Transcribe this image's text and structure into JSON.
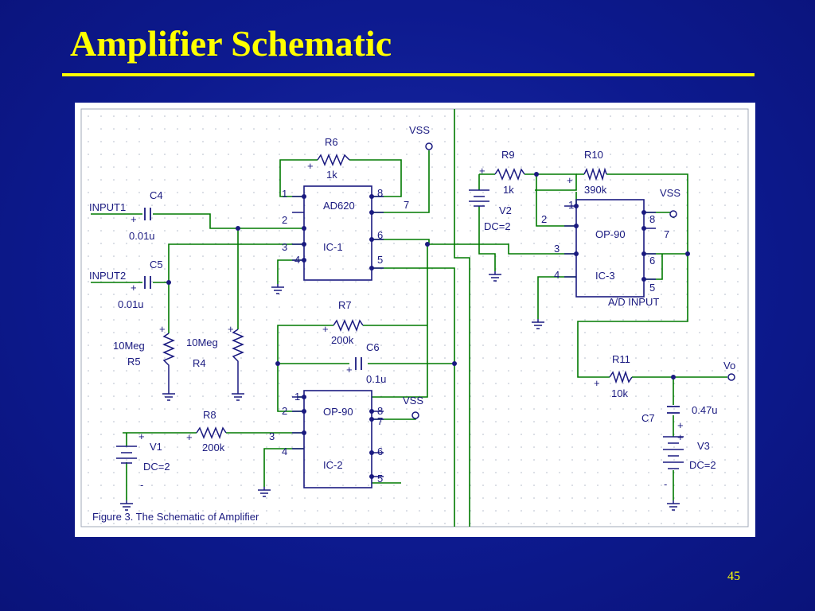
{
  "slide": {
    "title": "Amplifier Schematic",
    "page_number": "45"
  },
  "schematic": {
    "caption": "Figure 3.  The Schematic of Amplifier",
    "ics": {
      "ic1": {
        "part": "AD620",
        "ref": "IC-1"
      },
      "ic2": {
        "part": "OP-90",
        "ref": "IC-2"
      },
      "ic3": {
        "part": "OP-90",
        "ref": "IC-3"
      }
    },
    "labels": {
      "input1": "INPUT1",
      "input2": "INPUT2",
      "c4": "C4",
      "c4_val": "0.01u",
      "c5": "C5",
      "c5_val": "0.01u",
      "r5_val": "10Meg",
      "r5": "R5",
      "r4_val": "10Meg",
      "r4": "R4",
      "r6": "R6",
      "r6_val": "1k",
      "r7": "R7",
      "r7_val": "200k",
      "c6": "C6",
      "c6_val": "0.1u",
      "r8": "R8",
      "r8_val": "200k",
      "v1": "V1",
      "v1_val": "DC=2",
      "vss": "VSS",
      "r9": "R9",
      "r9_val": "1k",
      "r10": "R10",
      "r10_val": "390k",
      "v2": "V2",
      "v2_val": "DC=2",
      "ad_input": "A/D INPUT",
      "r11": "R11",
      "r11_val": "10k",
      "vo": "Vo",
      "c7": "C7",
      "c7_val": "0.47u",
      "v3": "V3",
      "v3_val": "DC=2",
      "plus": "+",
      "minus": "-"
    },
    "pins": {
      "p1": "1",
      "p2": "2",
      "p3": "3",
      "p4": "4",
      "p5": "5",
      "p6": "6",
      "p7": "7",
      "p8": "8"
    },
    "colors": {
      "wire": "#007a00",
      "component": "#1a1a80",
      "node": "#1a1a80",
      "grid": "#b0b8c8"
    }
  }
}
